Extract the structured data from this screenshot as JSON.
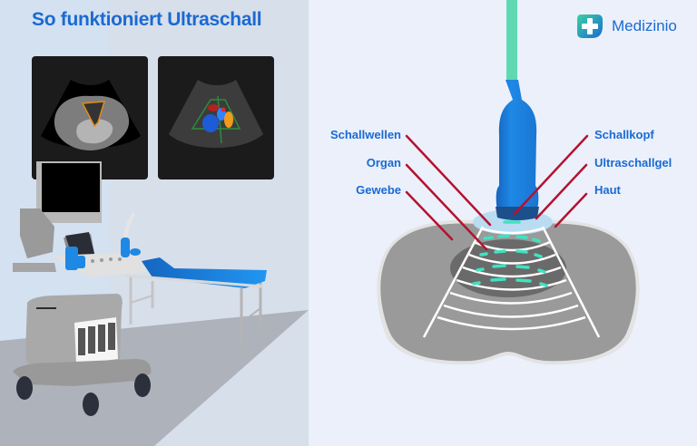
{
  "header": {
    "title": "So funktioniert Ultraschall"
  },
  "brand": {
    "name": "Medizinio",
    "logo_icon": "medical-cross-icon",
    "colors": {
      "gradient_start": "#3ad1a3",
      "gradient_end": "#1a6ad2"
    }
  },
  "diagram": {
    "labels_left": [
      {
        "text": "Schallwellen"
      },
      {
        "text": "Organ"
      },
      {
        "text": "Gewebe"
      }
    ],
    "labels_right": [
      {
        "text": "Schallkopf"
      },
      {
        "text": "Ultraschallgel"
      },
      {
        "text": "Haut"
      }
    ],
    "colors": {
      "label_text": "#1a6ad2",
      "leader_lines": "#b5122e",
      "probe": "#1e88e5",
      "cable": "#5fd8b4",
      "tissue": "#999999",
      "organ": "#6a6a6a",
      "skin": "#dcdcdc",
      "waves": "#ffffff",
      "echo_dashes": "#3fe3c0"
    }
  },
  "scene": {
    "monitor_images": [
      {
        "name": "b-mode-ultrasound-image"
      },
      {
        "name": "color-doppler-ultrasound-image"
      }
    ],
    "objects": [
      "ultrasound-machine",
      "examination-couch"
    ]
  }
}
